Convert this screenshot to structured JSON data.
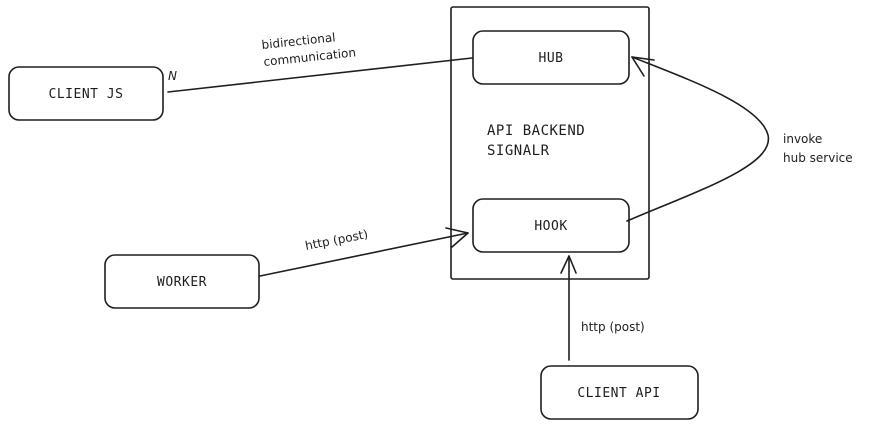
{
  "nodes": {
    "client_js": "CLIENT JS",
    "hub": "HUB",
    "backend_line1": "API BACKEND",
    "backend_line2": "SIGNALR",
    "hook": "HOOK",
    "worker": "WORKER",
    "client_api": "CLIENT API"
  },
  "edges": {
    "bidir_line1": "bidirectional",
    "bidir_line2": "communication",
    "multiplicity": "N",
    "invoke_line1": "invoke",
    "invoke_line2": "hub service",
    "worker_http": "http (post)",
    "client_api_http": "http (post)"
  }
}
